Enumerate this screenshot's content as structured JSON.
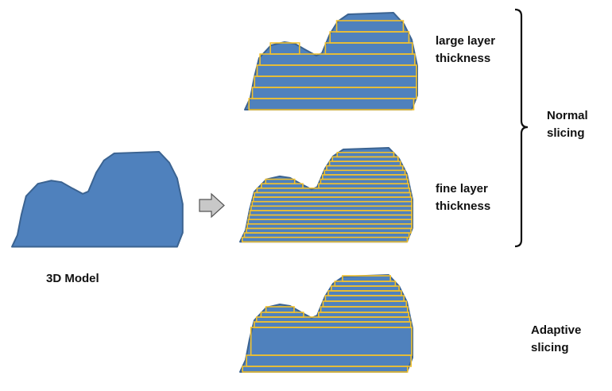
{
  "labels": {
    "model": "3D Model",
    "large": [
      "large layer",
      "thickness"
    ],
    "fine": [
      "fine layer",
      "thickness"
    ],
    "normal": [
      "Normal",
      "slicing"
    ],
    "adaptive": [
      "Adaptive",
      "slicing"
    ]
  },
  "colors": {
    "model_fill": "#4f81bd",
    "model_stroke": "#3b6391",
    "layer_stroke": "#f2c12e",
    "arrow": "#c8c8c8"
  },
  "layers": {
    "large_heights": [
      14,
      14,
      14,
      14,
      14,
      14,
      14,
      14
    ],
    "fine_heights": [
      5.8,
      5.8,
      5.8,
      5.8,
      5.8,
      5.8,
      5.8,
      5.8,
      5.8,
      5.8,
      5.8,
      5.8,
      5.8,
      5.8,
      5.8,
      5.8,
      5.8,
      5.8,
      5.8,
      5.8
    ],
    "adaptive_heights": [
      7,
      6,
      6,
      6,
      7,
      7,
      7,
      6,
      6,
      7,
      35,
      14,
      7
    ]
  }
}
